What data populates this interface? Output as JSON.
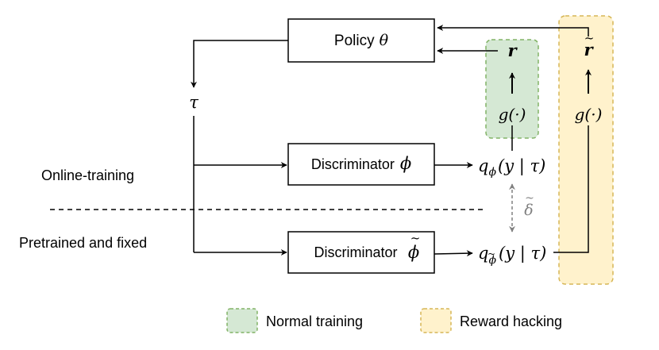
{
  "nodes": {
    "policy": {
      "label": "Policy",
      "symbol": "θ"
    },
    "trajectory": "τ",
    "disc_online": {
      "label": "Discriminator",
      "symbol": "ϕ"
    },
    "disc_fixed": {
      "label": "Discriminator",
      "symbol": "ϕ",
      "accent": "~"
    },
    "q_online": {
      "q": "q",
      "sub": "ϕ",
      "args": "(y | τ)"
    },
    "q_fixed": {
      "q": "q",
      "sub": "ϕ",
      "sub_accent": "~",
      "args": "(y | τ)"
    },
    "reward": "r",
    "reward_hacked": {
      "symbol": "r",
      "accent": "~"
    },
    "g_normal": "g(·)",
    "g_hacking": "g(·)",
    "delta": {
      "symbol": "δ",
      "accent": "~"
    }
  },
  "regions": {
    "online": "Online-training",
    "fixed": "Pretrained and fixed"
  },
  "legend": {
    "normal": "Normal training",
    "hacking": "Reward hacking"
  },
  "colors": {
    "green_fill": "#d5e8d4",
    "green_stroke": "#82b366",
    "yellow_fill": "#fff2cc",
    "yellow_stroke": "#d6b656",
    "line": "#000000",
    "gray": "#808080"
  }
}
